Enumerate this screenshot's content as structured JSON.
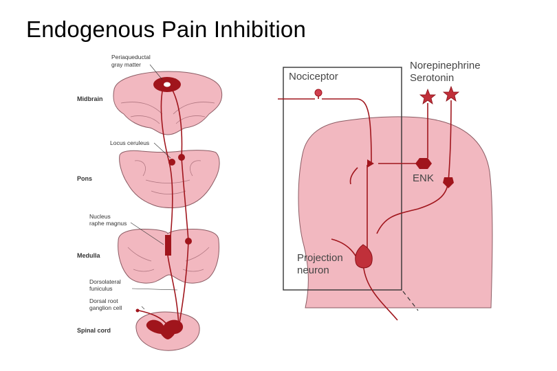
{
  "title": "Endogenous Pain Inhibition",
  "colors": {
    "tissue": "#f2b8c0",
    "tissue_outline": "#8a5a62",
    "pathway": "#a0151c",
    "label_text": "#333333"
  },
  "left_panel": {
    "levels": [
      {
        "label": "Midbrain"
      },
      {
        "label": "Pons"
      },
      {
        "label": "Medulla"
      },
      {
        "label": "Spinal cord"
      }
    ],
    "structures": {
      "pag_line1": "Periaqueductal",
      "pag_line2": "gray matter",
      "locus": "Locus ceruleus",
      "raphe_line1": "Nucleus",
      "raphe_line2": "raphe magnus",
      "dlf_line1": "Dorsolateral",
      "dlf_line2": "funiculus",
      "drg_line1": "Dorsal root",
      "drg_line2": "ganglion cell"
    }
  },
  "right_panel": {
    "nociceptor": "Nociceptor",
    "ne_line1": "Norepinephrine",
    "ne_line2": "Serotonin",
    "enk": "ENK",
    "proj_line1": "Projection",
    "proj_line2": "neuron"
  }
}
